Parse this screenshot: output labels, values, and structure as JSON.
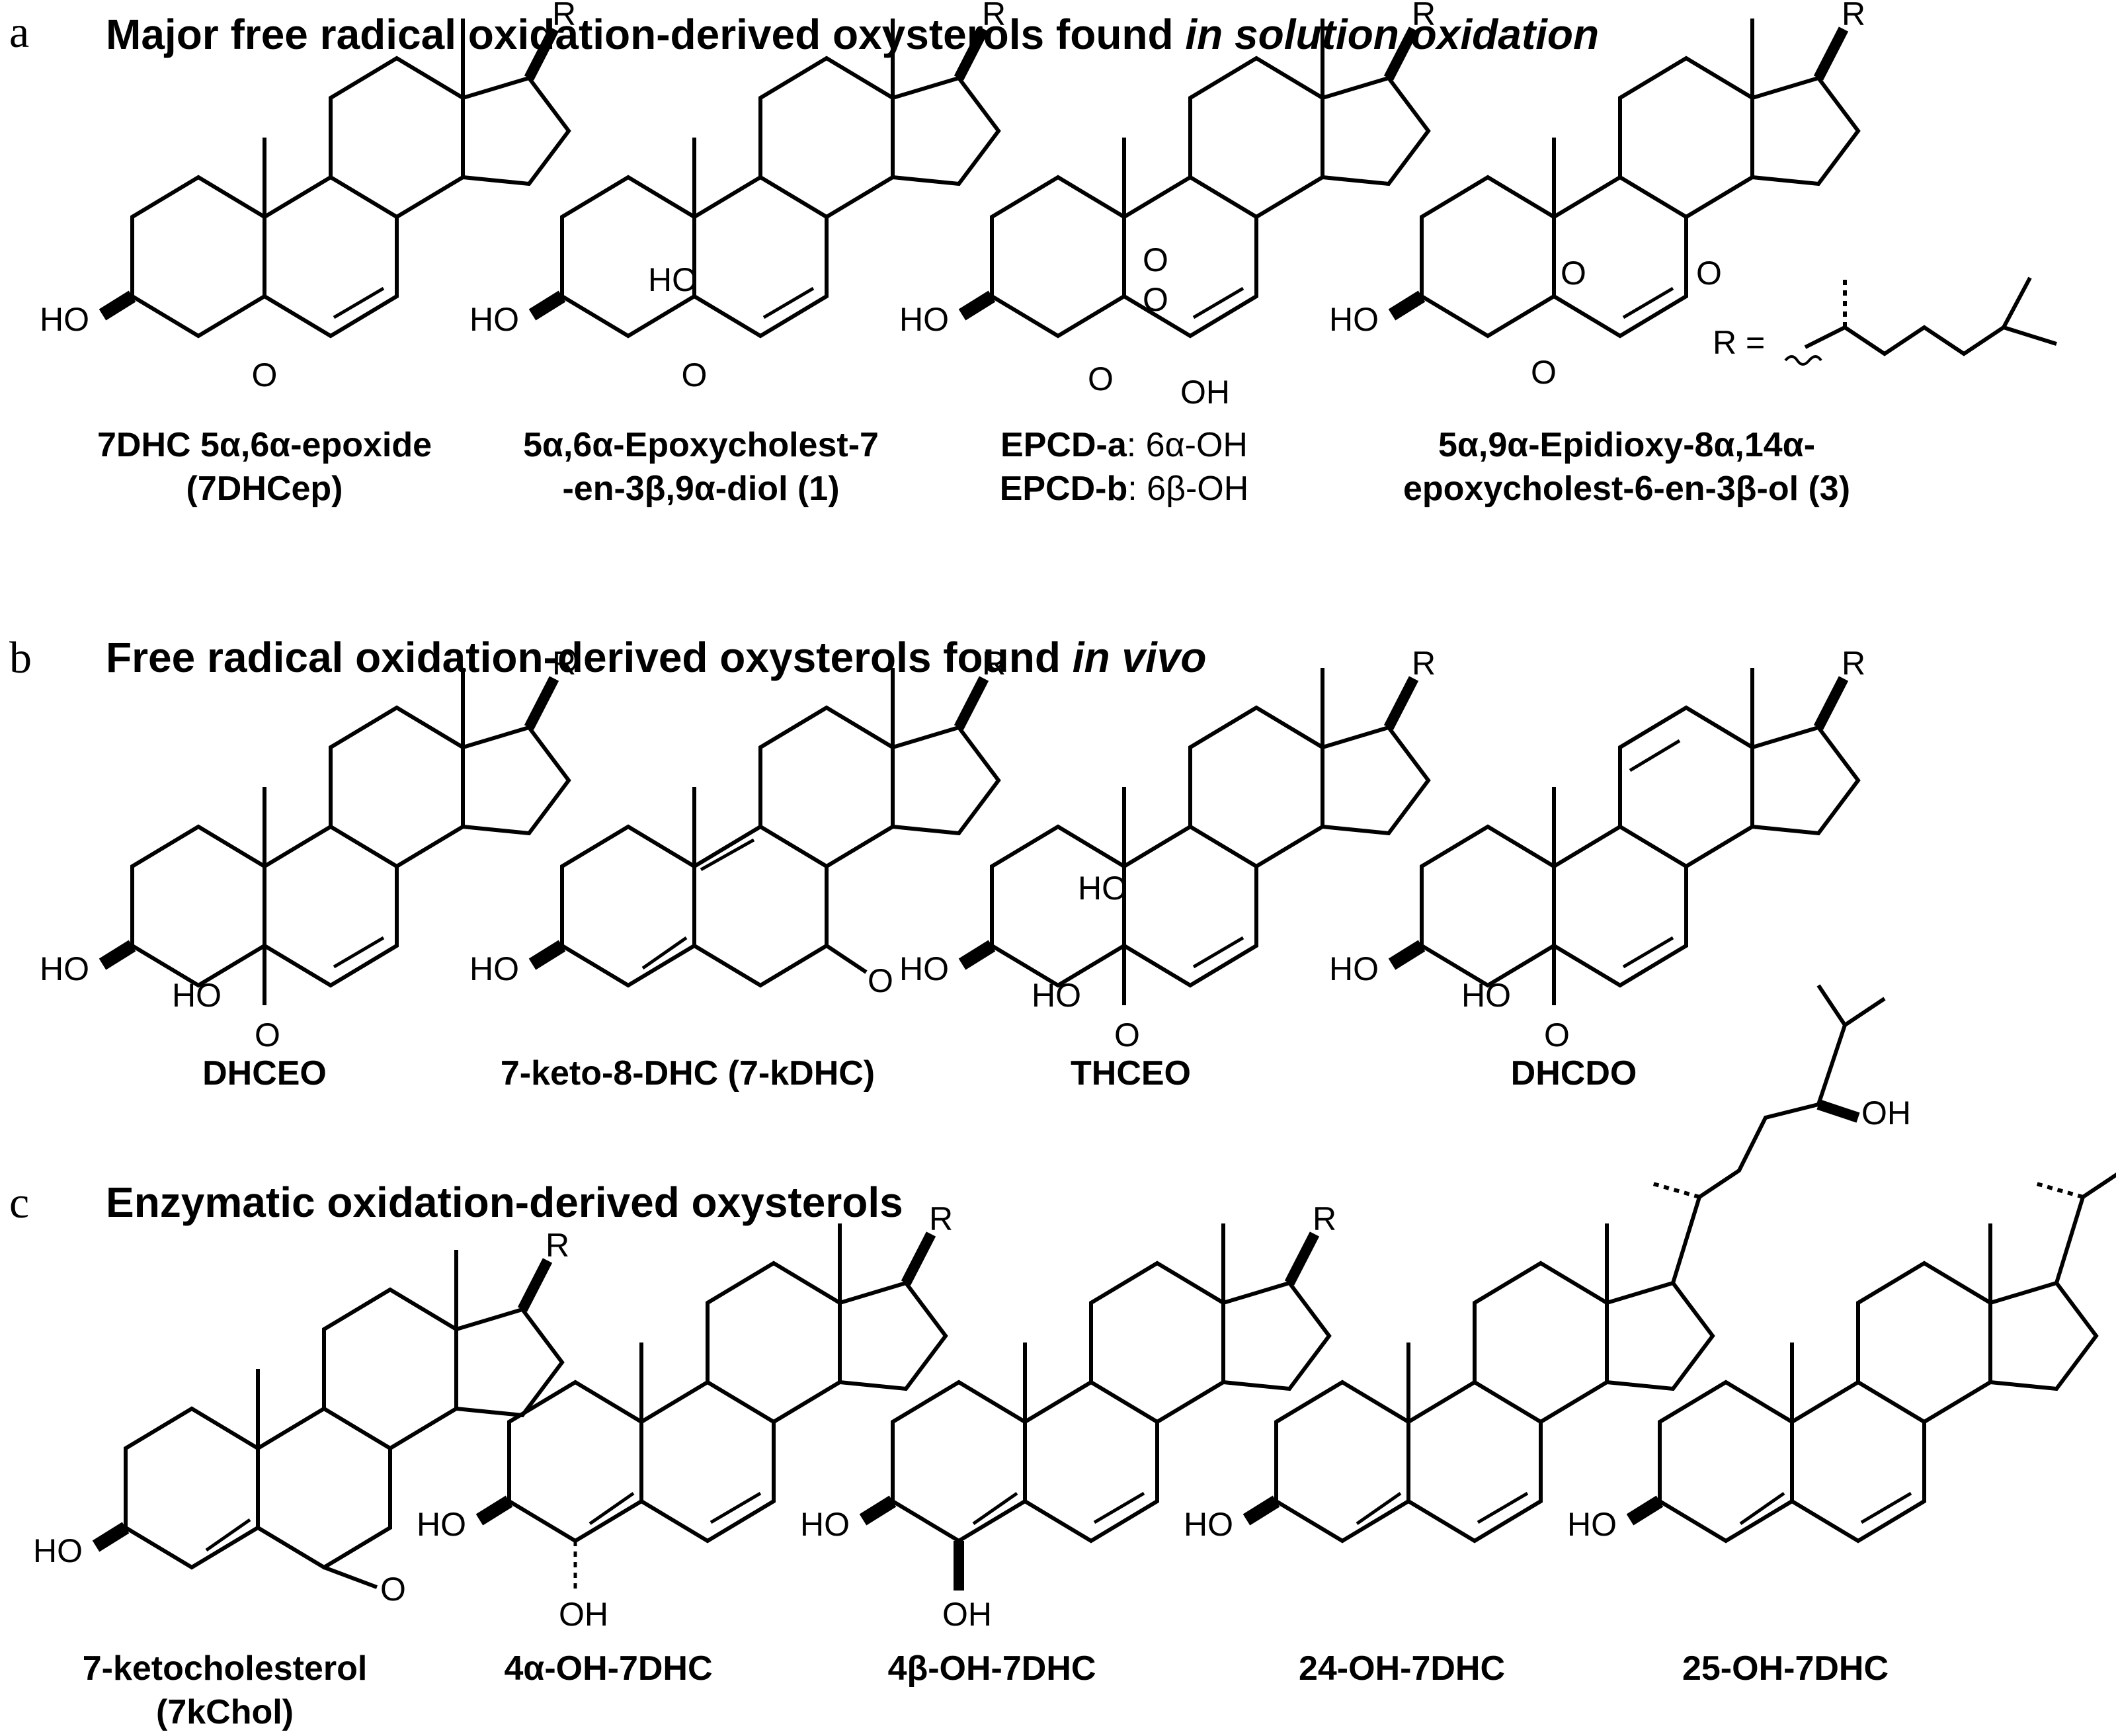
{
  "sections": [
    {
      "letter": "a",
      "title": "Major free radical oxidation-derived oxysterols found ",
      "title_em": "in solution oxidation"
    },
    {
      "letter": "b",
      "title": "Free radical oxidation-derived oxysterols found ",
      "title_em": "in vivo"
    },
    {
      "letter": "c",
      "title": "Enzymatic oxidation-derived oxysterols",
      "title_em": ""
    }
  ],
  "labels": {
    "R": "R",
    "HO": "HO",
    "OH": "OH",
    "O": "O",
    "R_eq": "R ="
  },
  "captions": {
    "a1": [
      "7DHC 5α,6α-epoxide",
      "(7DHCep)"
    ],
    "a2": [
      "5α,6α-Epoxycholest-7",
      "-en-3β,9α-diol  (1)"
    ],
    "a3": [
      {
        "b": "EPCD-a",
        "n": ": 6α-OH"
      },
      {
        "b": "EPCD-b",
        "n": ": 6β-OH"
      }
    ],
    "a4": [
      "5α,9α-Epidioxy-8α,14α-",
      "epoxycholest-6-en-3β-ol (3)"
    ],
    "b1": [
      "DHCEO"
    ],
    "b2": [
      "7-keto-8-DHC (7-kDHC)"
    ],
    "b3": [
      "THCEO"
    ],
    "b4": [
      "DHCDO"
    ],
    "c1": [
      "7-ketocholesterol",
      "(7kChol)"
    ],
    "c2": [
      "4α-OH-7DHC"
    ],
    "c3": [
      "4β-OH-7DHC"
    ],
    "c4": [
      "24-OH-7DHC"
    ],
    "c5": [
      "25-OH-7DHC"
    ]
  }
}
